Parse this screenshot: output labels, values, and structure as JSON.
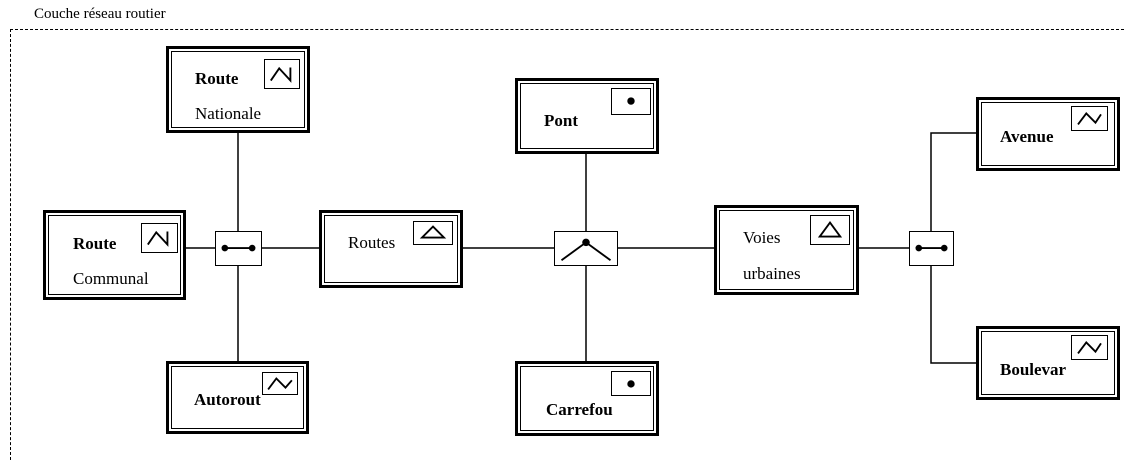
{
  "layer": {
    "title": "Couche réseau routier"
  },
  "nodes": {
    "route_nationale": {
      "line1": "Route",
      "line2": "Nationale",
      "icon": "line-icon"
    },
    "route_communal": {
      "line1": "Route",
      "line2": "Communal",
      "icon": "line-icon"
    },
    "autorout": {
      "label": "Autorout",
      "icon": "line-icon"
    },
    "routes": {
      "label": "Routes",
      "icon": "polygon-icon"
    },
    "pont": {
      "label": "Pont",
      "icon": "point-icon"
    },
    "carrefou": {
      "label": "Carrefou",
      "icon": "point-icon"
    },
    "voies_urbaines": {
      "line1": "Voies",
      "line2": "urbaines",
      "icon": "polygon-icon"
    },
    "avenue": {
      "label": "Avenue",
      "icon": "line-icon"
    },
    "boulevar": {
      "label": "Boulevar",
      "icon": "line-icon"
    }
  },
  "connectors": {
    "left": "aggregation-connector-icon",
    "center": "generalization-connector-icon",
    "right": "aggregation-connector-icon"
  }
}
